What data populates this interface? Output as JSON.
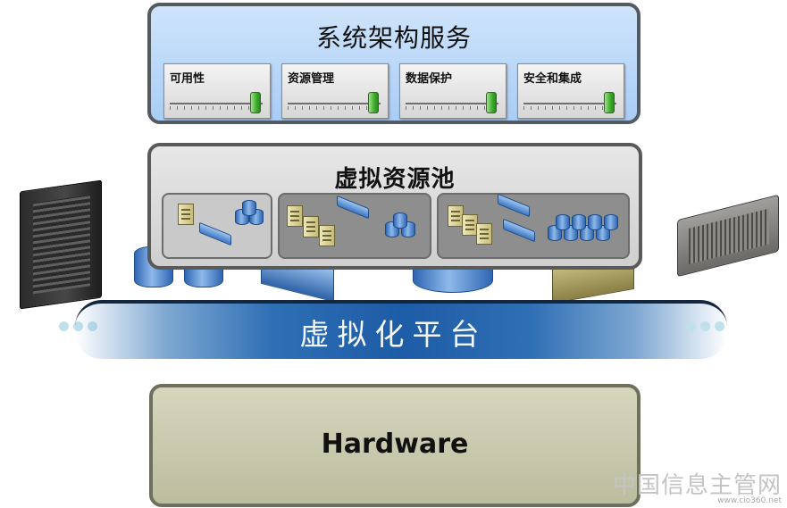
{
  "services": {
    "title": "系统架构服务",
    "sliders": [
      {
        "label": "可用性",
        "level": 0.92
      },
      {
        "label": "资源管理",
        "level": 0.92
      },
      {
        "label": "数据保护",
        "level": 0.92
      },
      {
        "label": "安全和集成",
        "level": 0.92
      }
    ]
  },
  "pool": {
    "title": "虚拟资源池"
  },
  "platform": {
    "title": "虚拟化平台"
  },
  "hardware": {
    "title": "Hardware"
  },
  "watermark": {
    "main": "中国信息主管网",
    "sub": "www.cio360.net"
  },
  "colors": {
    "services_bg": "#b7d6f7",
    "pool_bg": "#dadada",
    "platform_band": "#1d5ca6",
    "hardware_bg": "#c8c9ad"
  }
}
